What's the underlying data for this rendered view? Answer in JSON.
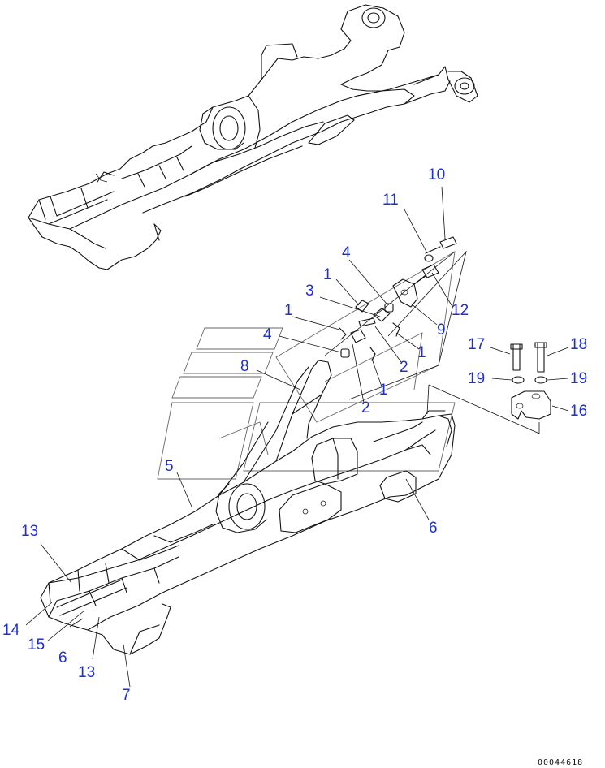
{
  "callouts": [
    {
      "id": "c10",
      "text": "10"
    },
    {
      "id": "c11",
      "text": "11"
    },
    {
      "id": "c4a",
      "text": "4"
    },
    {
      "id": "c1a",
      "text": "1"
    },
    {
      "id": "c3",
      "text": "3"
    },
    {
      "id": "c12",
      "text": "12"
    },
    {
      "id": "c1b",
      "text": "1"
    },
    {
      "id": "c9",
      "text": "9"
    },
    {
      "id": "c1c",
      "text": "1"
    },
    {
      "id": "c4b",
      "text": "4"
    },
    {
      "id": "c2a",
      "text": "2"
    },
    {
      "id": "c8",
      "text": "8"
    },
    {
      "id": "c1d",
      "text": "1"
    },
    {
      "id": "c2b",
      "text": "2"
    },
    {
      "id": "c17",
      "text": "17"
    },
    {
      "id": "c18",
      "text": "18"
    },
    {
      "id": "c19a",
      "text": "19"
    },
    {
      "id": "c19b",
      "text": "19"
    },
    {
      "id": "c16",
      "text": "16"
    },
    {
      "id": "c5",
      "text": "5"
    },
    {
      "id": "c6a",
      "text": "6"
    },
    {
      "id": "c13a",
      "text": "13"
    },
    {
      "id": "c14",
      "text": "14"
    },
    {
      "id": "c15",
      "text": "15"
    },
    {
      "id": "c6b",
      "text": "6"
    },
    {
      "id": "c13b",
      "text": "13"
    },
    {
      "id": "c7",
      "text": "7"
    }
  ],
  "document_number": "00044618",
  "colors": {
    "callout": "#1e2fd0",
    "line": "#111111",
    "watermark": "#666666"
  }
}
